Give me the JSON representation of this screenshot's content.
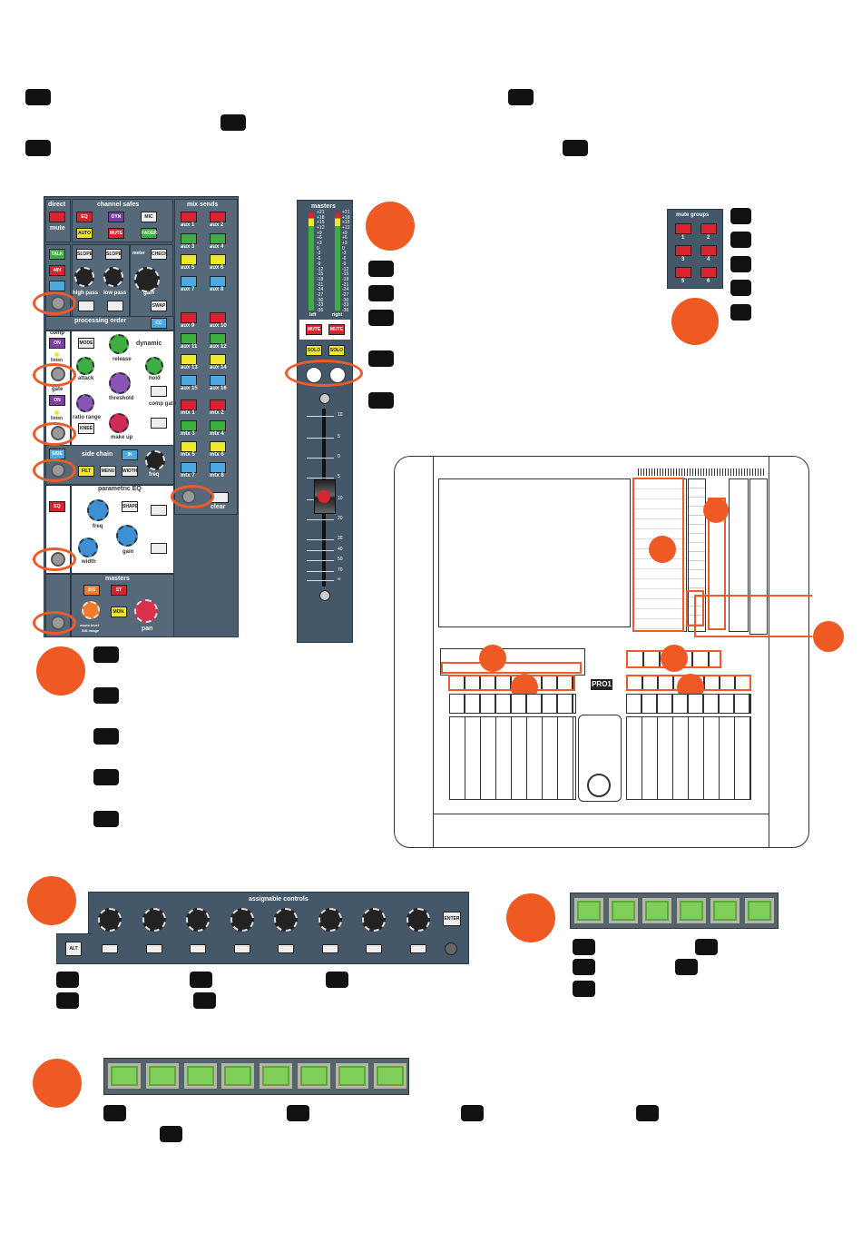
{
  "channel_strip": {
    "direct_label": "direct",
    "mute_label": "mute",
    "channel_safes_label": "channel safes",
    "eq_label": "EQ",
    "dyn_label": "DYN",
    "mic_label": "MIC",
    "auto_label": "AUTO",
    "mute_safe_label": "MUTE",
    "fader_label": "FADER",
    "mix_sends_label": "mix sends",
    "aux_labels": [
      "aux 1",
      "aux 2",
      "aux 3",
      "aux 4",
      "aux 5",
      "aux 6",
      "aux 7",
      "aux 8",
      "aux 9",
      "aux 10",
      "aux 11",
      "aux 12",
      "aux 13",
      "aux 14",
      "aux 15",
      "aux 16"
    ],
    "mtx_labels": [
      "mtx 1",
      "mtx 2",
      "mtx 3",
      "mtx 4",
      "mtx 5",
      "mtx 6",
      "mtx 7",
      "mtx 8"
    ],
    "clear_label": "clear",
    "talk_label": "TALK",
    "v48_label": "48V",
    "slope_label": "SLOPE",
    "high_pass_label": "high pass",
    "low_pass_label": "low pass",
    "meter_label": "meter",
    "check_label": "CHECK",
    "gain_label": "gain",
    "swap_label": "SWAP",
    "processing_order_label": "processing order",
    "cc_label": "CC",
    "comp_label": "comp",
    "on_label": "ON",
    "listen_label": "listen",
    "mode_label": "MODE",
    "dynamic_label": "dynamic",
    "release_label": "release",
    "attack_label": "attack",
    "hold_label": "hold",
    "threshold_label": "threshold",
    "gate_label": "gate",
    "comp_gate_label": "comp gate",
    "ratio_range_label": "ratio range",
    "make_up_label": "make up",
    "knee_label": "KNEE",
    "side_chain_label": "side chain",
    "side_label": "SIDE",
    "in_label": "IN",
    "filt_label": "FILT",
    "menu_label": "MENU",
    "width_btn_label": "WIDTH",
    "freq_label": "freq",
    "parametric_eq_label": "parametric EQ",
    "shape_label": "SHAPE",
    "width_label": "width",
    "masters_label": "masters",
    "bs_label": "B/S",
    "st_label": "ST",
    "mon_label": "MON.",
    "mono_level_label": "mono level",
    "sis_image_label": "SIS image",
    "pan_label": "pan"
  },
  "masters_strip": {
    "title": "masters",
    "meter_ticks": [
      "+21",
      "+18",
      "+15",
      "+12",
      "+9",
      "+6",
      "+3",
      "0",
      "-3",
      "-6",
      "-9",
      "-12",
      "-15",
      "-18",
      "-21",
      "-24",
      "-27",
      "-30",
      "-33",
      "-36"
    ],
    "left_label": "left",
    "right_label": "right",
    "mute_label": "MUTE",
    "solo_label": "SOLO",
    "fader_ticks": [
      "10",
      "5",
      "0",
      "5",
      "10",
      "20",
      "30",
      "40",
      "50",
      "70",
      "∞"
    ]
  },
  "mute_groups": {
    "title": "mute groups",
    "buttons": [
      "1",
      "2",
      "3",
      "4",
      "5",
      "6"
    ]
  },
  "assignable": {
    "title": "assignable controls",
    "enter_label": "ENTER",
    "alt_label": "ALT"
  },
  "console": {
    "logo": "PRO1"
  },
  "colors": {
    "accent": "#ef5a24",
    "panel": "#44586a",
    "pad_green": "#7fcf5a"
  }
}
